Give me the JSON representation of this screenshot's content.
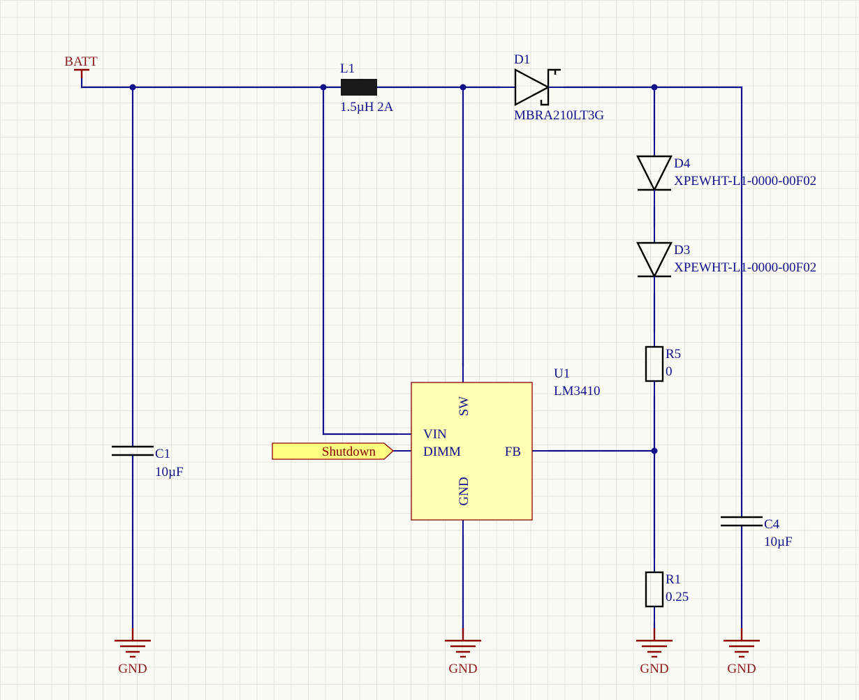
{
  "power": {
    "batt": "BATT",
    "gnd": "GND"
  },
  "components": {
    "l1": {
      "ref": "L1",
      "value": "1.5µH 2A"
    },
    "d1": {
      "ref": "D1",
      "value": "MBRA210LT3G"
    },
    "d4": {
      "ref": "D4",
      "value": "XPEWHT-L1-0000-00F02"
    },
    "d3": {
      "ref": "D3",
      "value": "XPEWHT-L1-0000-00F02"
    },
    "r5": {
      "ref": "R5",
      "value": "0"
    },
    "r1": {
      "ref": "R1",
      "value": "0.25"
    },
    "c1": {
      "ref": "C1",
      "value": "10µF"
    },
    "c4": {
      "ref": "C4",
      "value": "10µF"
    },
    "u1": {
      "ref": "U1",
      "value": "LM3410",
      "pins": {
        "sw": "SW",
        "vin": "VIN",
        "dimm": "DIMM",
        "fb": "FB",
        "gnd": "GND"
      }
    }
  },
  "ports": {
    "shutdown": "Shutdown"
  },
  "colors": {
    "wire": "#10108a",
    "power_label": "#8b1a1a",
    "ic_fill": "#ffffb4",
    "port_fill": "#ffff80"
  }
}
